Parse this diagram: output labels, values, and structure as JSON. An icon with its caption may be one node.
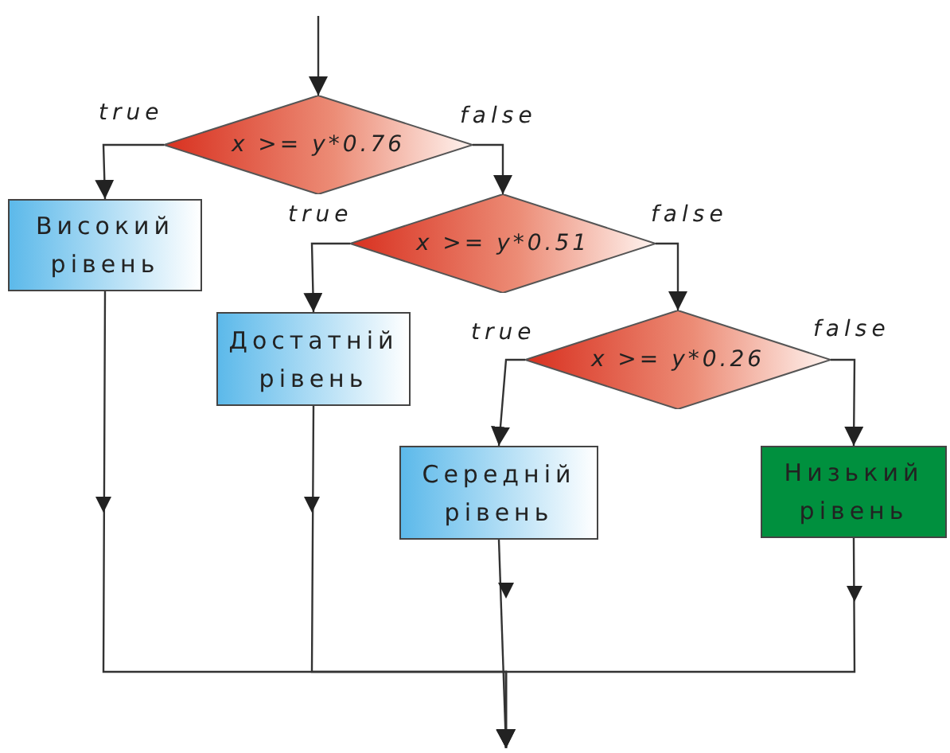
{
  "diagram": {
    "nodes": [
      {
        "text": [
          "x >= y*0.76"
        ]
      },
      {
        "text": [
          "Високий рівень"
        ]
      },
      {
        "text": [
          "x >= y*0.51"
        ]
      },
      {
        "text": [
          "Достатній рівень"
        ]
      },
      {
        "text": [
          "x >= y*0.26"
        ]
      },
      {
        "text": [
          "Середній рівень"
        ]
      },
      {
        "text": [
          "Низький рівень"
        ]
      }
    ],
    "edges": [
      {
        "from": null,
        "to": 0,
        "arrow": "to"
      },
      {
        "from": 0,
        "to": 1,
        "arrow": "to",
        "label": "true"
      },
      {
        "from": 0,
        "to": 2,
        "arrow": "to",
        "label": "false"
      },
      {
        "from": 2,
        "to": 3,
        "arrow": "to",
        "label": "true"
      },
      {
        "from": 2,
        "to": 4,
        "arrow": "to",
        "label": "false"
      },
      {
        "from": 4,
        "to": 5,
        "arrow": "to",
        "label": "true"
      },
      {
        "from": 4,
        "to": 6,
        "arrow": "to",
        "label": "false"
      },
      {
        "from": 1,
        "to": null,
        "arrow": "to"
      },
      {
        "from": 3,
        "to": null,
        "arrow": "to"
      },
      {
        "from": 5,
        "to": null,
        "arrow": "to"
      },
      {
        "from": 6,
        "to": null,
        "arrow": "to"
      }
    ]
  }
}
